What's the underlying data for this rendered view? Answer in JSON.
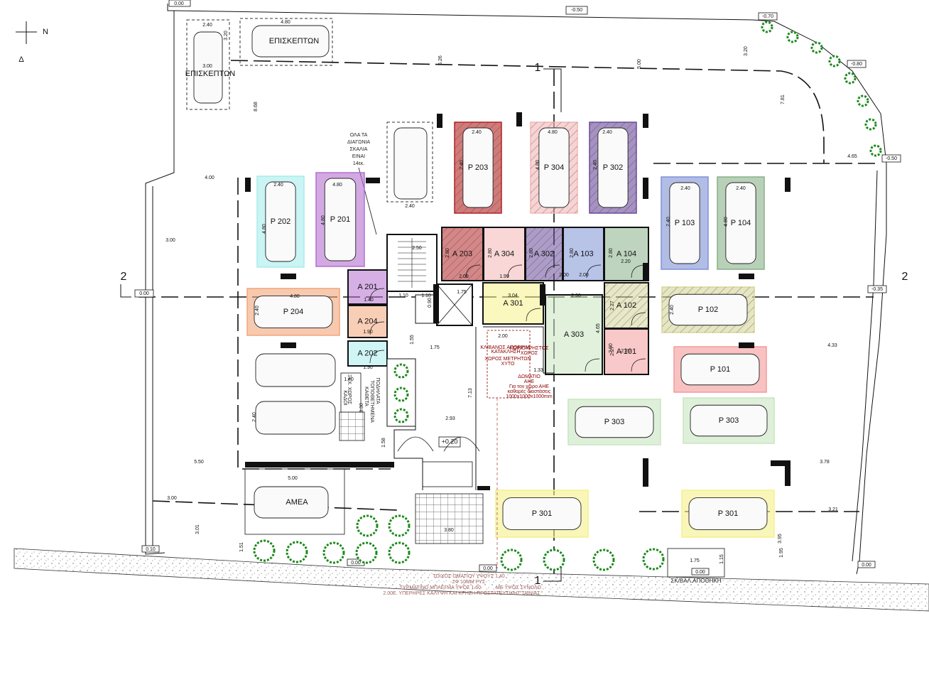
{
  "compass": {
    "north": "N",
    "east": "Δ"
  },
  "levels": {
    "top_left": "0.00",
    "top_mid": "-0.50",
    "top_right": "-0.70",
    "right_1": "-0.80",
    "right_2": "-0.50",
    "sec_left": "0.00",
    "sec_right": "-0.35",
    "bottom_left": "0.10",
    "bottom_mid_left": "0.00",
    "bottom_mid": "0.00",
    "bottom_right_a": "0.00",
    "bottom_right_b": "0.00",
    "entrance": "+0.20"
  },
  "section_markers": {
    "line1_top": "1",
    "line1_bottom": "1",
    "line2_left": "2",
    "line2_right": "2"
  },
  "visitor_labels": [
    "ΕΠΙΣΚΕΠΤΩΝ",
    "ΕΠΙΣΚΕΠΤΩΝ"
  ],
  "disabled_label": "ΑΜΕΑ",
  "stairs_note": [
    "ΟΛΑ ΤΑ",
    "ΔΙΑΓΩΝΙΑ",
    "ΣΚΑΛΙΑ",
    "ΕΙΝΑΙ",
    "14εκ."
  ],
  "parking": [
    {
      "label": "P 203",
      "color": "#b22222",
      "hatched": true
    },
    {
      "label": "P 304",
      "color": "#f4b6b6",
      "hatched": true
    },
    {
      "label": "P 302",
      "color": "#6a4a9a",
      "hatched": true
    },
    {
      "label": "P 201",
      "color": "#b46fcf",
      "hatched": false
    },
    {
      "label": "P 202",
      "color": "#a8ecec",
      "hatched": false
    },
    {
      "label": "P 103",
      "color": "#7e91d6",
      "hatched": false
    },
    {
      "label": "P 104",
      "color": "#88b088",
      "hatched": false
    },
    {
      "label": "P 204",
      "color": "#f2a57a",
      "hatched": false
    },
    {
      "label": "P 102",
      "color": "#d6d69a",
      "hatched": true
    },
    {
      "label": "P 101",
      "color": "#f49a9a",
      "hatched": false
    },
    {
      "label": "P 303",
      "color": "#c8e6c0",
      "hatched": false
    },
    {
      "label": "P 303",
      "color": "#c8e6c0",
      "hatched": false
    },
    {
      "label": "P 301",
      "color": "#f5f08a",
      "hatched": false
    },
    {
      "label": "P 301",
      "color": "#f5f08a",
      "hatched": false
    }
  ],
  "storage": [
    {
      "label": "A 203",
      "color": "#b22222",
      "hatched": true
    },
    {
      "label": "A 304",
      "color": "#f4b6b6",
      "hatched": false
    },
    {
      "label": "A 302",
      "color": "#6a4a9a",
      "hatched": true
    },
    {
      "label": "A 103",
      "color": "#7e91d6",
      "hatched": false
    },
    {
      "label": "A 104",
      "color": "#88b088",
      "hatched": false
    },
    {
      "label": "A 201",
      "color": "#b46fcf",
      "hatched": false
    },
    {
      "label": "A 204",
      "color": "#f2a57a",
      "hatched": false
    },
    {
      "label": "A 202",
      "color": "#a8ecec",
      "hatched": false
    },
    {
      "label": "A 301",
      "color": "#f5f08a",
      "hatched": false
    },
    {
      "label": "A 303",
      "color": "#c8e6c0",
      "hatched": false
    },
    {
      "label": "A 102",
      "color": "#d6d69a",
      "hatched": true
    },
    {
      "label": "A 101",
      "color": "#f49a9a",
      "hatched": false
    }
  ],
  "dimensions": [
    "2.40",
    "4.80",
    "3.20",
    "3.00",
    "5.26",
    "5.00",
    "8.68",
    "7.81",
    "3.20",
    "4.65",
    "4.00",
    "2.40",
    "4.80",
    "3.00",
    "2.40",
    "4.80",
    "2.40",
    "4.80",
    "2.40",
    "4.80",
    "2.40",
    "4.80",
    "2.40",
    "2.40",
    "2.40",
    "2.40",
    "4.80",
    "4.80",
    "2.40",
    "2.40",
    "2.80",
    "2.80",
    "2.80",
    "2.80",
    "2.20",
    "2.80",
    "2.00",
    "2.00",
    "1.40",
    "1.90",
    "1.90",
    "1.75",
    "3.04",
    "2.96",
    "4.65",
    "2.27",
    "2.20",
    "2.27",
    "1.55",
    "1.75",
    "7.13",
    "2.93",
    "1.58",
    "4.33",
    "5.50",
    "3.78",
    "3.00",
    "3.21",
    "3.01",
    "1.51",
    "3.80",
    "3.95",
    "1.95",
    "1.75",
    "1.15",
    "2.00",
    "1.33",
    "5.00",
    "2.09",
    "1.99",
    "2.00",
    "2.50",
    "1.10",
    "1.10",
    "0.90",
    "1.40",
    "3.30",
    "2.40"
  ],
  "notes": {
    "bins": [
      "ΠΟΔΗΛΑΤΑ",
      "ΤΟΠΟΘΕΤΗΜΕΝΑ",
      "ΚΑΘΕΤΑ"
    ],
    "bins_side": [
      "ΞΕΧ. ΧΩΡΟΣ",
      "ΚΑΔΟΙ"
    ],
    "red_notes": [
      "ΚΛΙΒΑΝΟΣ ΑΠΟΡΡΙΜ.",
      "ΚΑΤΑΚΛΗΣΗ",
      "ΚΟΙΝΟΧΡΗΣΤΟΣ",
      "ΧΩΡΟΣ",
      "ΧΩΡΟΣ ΜΕΤΡΗΤΩΝ",
      "ΧΥΤΟ",
      "ΔΩΜΑΤΙΟ",
      "ΑΗΕ",
      "Για τον χώρο ΑΗΕ",
      "καθαρές διαστάσεις",
      "1000x1000x1000mm"
    ],
    "wall_notes": [
      "ΤΟΙΧΟΣ ΟΜΑΤΙΟΥ ΥΨΟΥΣ 1.40",
      "2Φ 10ΜΜ ΡΥΣ",
      "ΣΥΡΜΑΤΙΝΟ ΜΠΛΕΓΜΑ ΥΨΟΣ 1.60",
      "ΜΕ ΥΨΟΣ ΣΥΝΟΛΟ",
      "2.00Ε. ΥΠΕΡΗΡΕΣ ΚΑΛΥΨΗ ΚΑΙ ΚΡΗΣΗ ΠΡΟΣΤΑΤΕΥΤΙΚΗΣ ΤΑΙΝΙΑΣ"
    ],
    "gas_storage": "ΣΚ/ΒΑΛ.ΑΠΟΘΗΚΗ"
  }
}
